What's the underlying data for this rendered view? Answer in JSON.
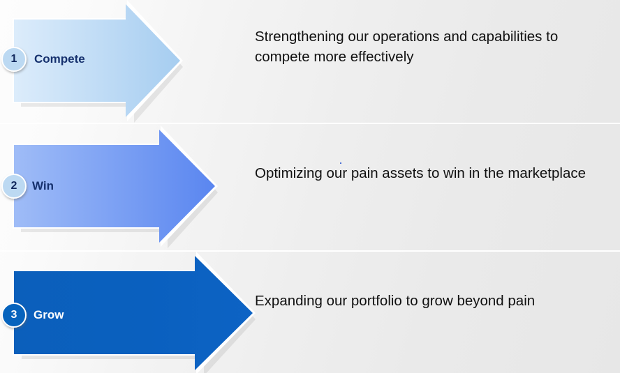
{
  "background": {
    "base_color": "#ebebeb",
    "divider_color": "#ffffff"
  },
  "rows": [
    {
      "number": "1",
      "label": "Compete",
      "description": "Strengthening our operations and capabilities to compete more effectively",
      "arrow_fill_start": "#dcecfb",
      "arrow_fill_end": "#a6cdf0",
      "badge_fill": "#bcd9f2",
      "badge_text_color": "#10275c",
      "label_color": "#16316e"
    },
    {
      "number": "2",
      "label": "Win",
      "description": "Optimizing our pain assets to win in the marketplace",
      "arrow_fill_start": "#9fbcf7",
      "arrow_fill_end": "#5a86f0",
      "badge_fill": "#bcd9f2",
      "badge_text_color": "#10275c",
      "label_color": "#16316e"
    },
    {
      "number": "3",
      "label": "Grow",
      "description": "Expanding our portfolio to grow beyond pain",
      "arrow_fill_start": "#0b5fbb",
      "arrow_fill_end": "#0d63c4",
      "badge_fill": "#0663bd",
      "badge_text_color": "#ffffff",
      "label_color": "#ffffff"
    }
  ]
}
